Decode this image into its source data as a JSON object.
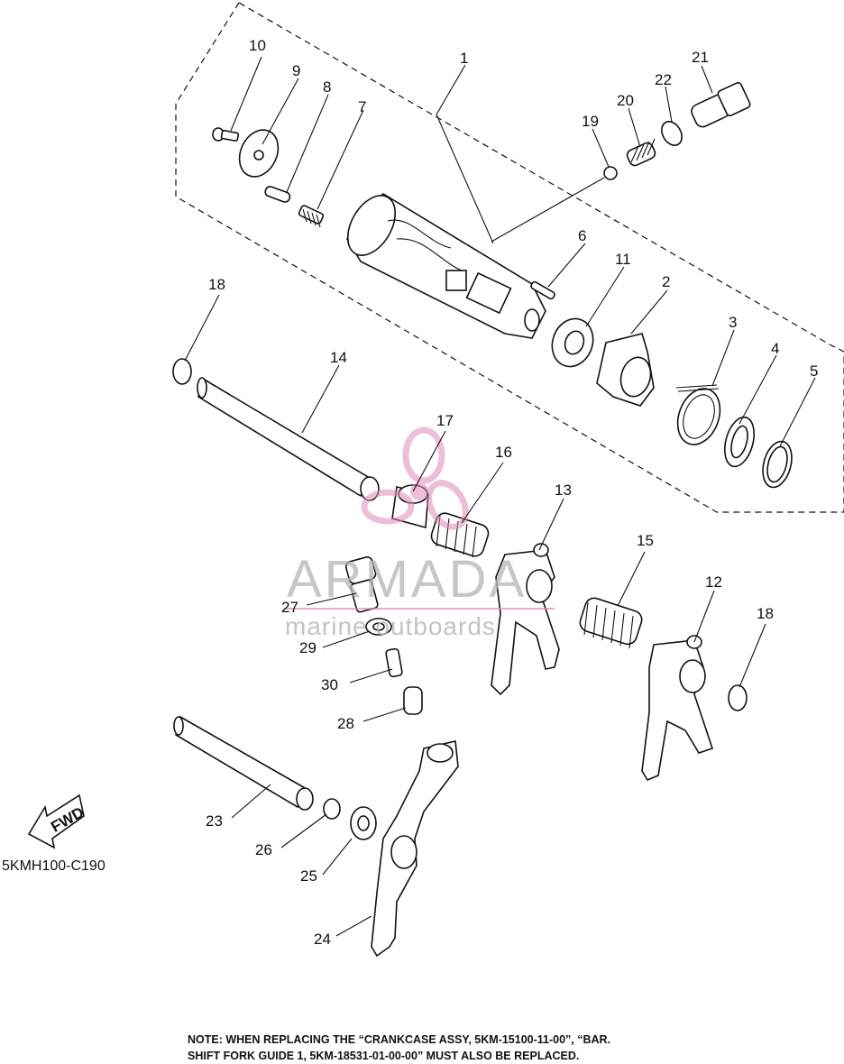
{
  "diagram_code": "5KMH100-C190",
  "fwd_label": "FWD",
  "watermark": {
    "brand": "ARMADA",
    "tagline": "marine outboards",
    "color": "#e08ab8"
  },
  "callouts": [
    "1",
    "2",
    "3",
    "4",
    "5",
    "6",
    "7",
    "8",
    "9",
    "10",
    "11",
    "12",
    "13",
    "14",
    "15",
    "16",
    "17",
    "18",
    "18",
    "19",
    "20",
    "21",
    "22",
    "23",
    "24",
    "25",
    "26",
    "27",
    "28",
    "29",
    "30"
  ],
  "note": {
    "line1": "NOTE: WHEN REPLACING THE “CRANKCASE ASSY, 5KM-15100-11-00”, “BAR.",
    "line2": "SHIFT FORK GUIDE 1, 5KM-18531-01-00-00” MUST ALSO BE REPLACED."
  }
}
